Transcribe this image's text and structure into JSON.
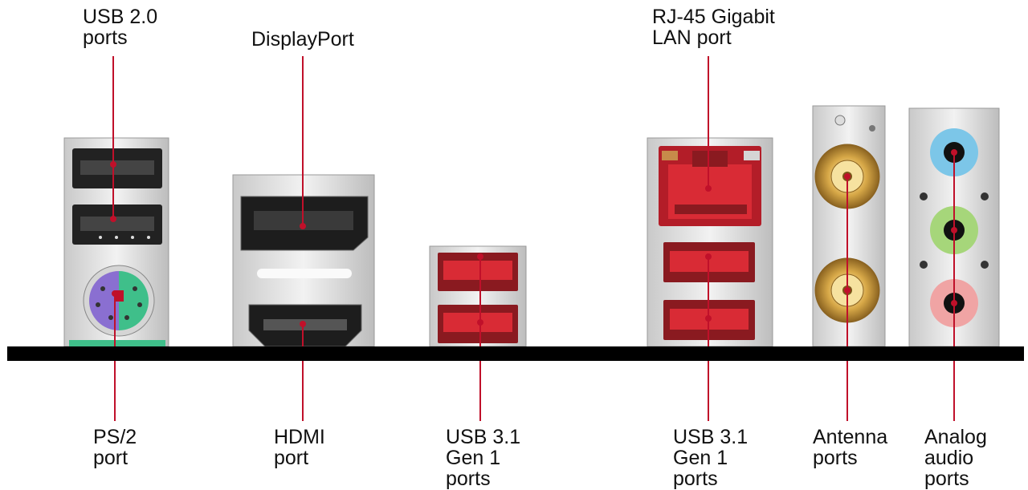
{
  "labels": {
    "usb20": "USB 2.0\nports",
    "displayport": "DisplayPort",
    "rj45": "RJ-45 Gigabit\nLAN port",
    "ps2": "PS/2\nport",
    "hdmi": "HDMI\nport",
    "usb31_a": "USB 3.1\nGen 1\nports",
    "usb31_b": "USB 3.1\nGen 1\nports",
    "antenna": "Antenna\nports",
    "audio": "Analog\naudio\nports"
  },
  "colors": {
    "leader_line": "#c0102a",
    "usb31_red": "#d92b35",
    "ps2_mouse": "#8a6fd1",
    "ps2_keyboard": "#3fbf8a",
    "audio_line_in": "#7cc6e8",
    "audio_line_out": "#a6d67a",
    "audio_mic": "#f0a4a4",
    "antenna_gold": "#c79a3a"
  }
}
